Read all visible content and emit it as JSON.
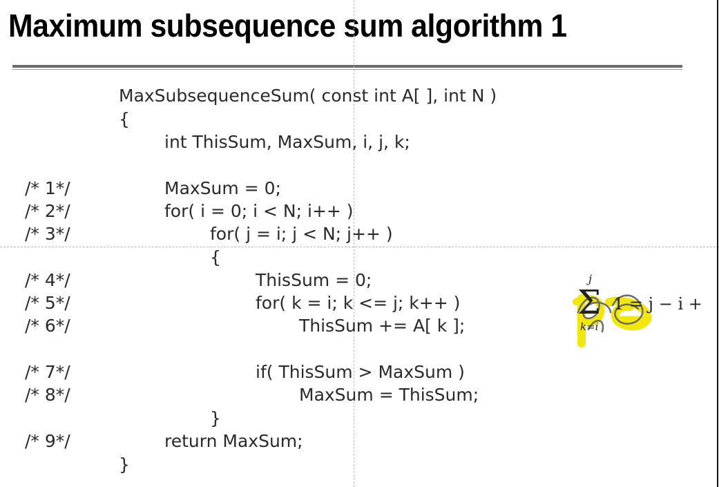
{
  "slide": {
    "title": "Maximum subsequence sum algorithm 1"
  },
  "code": {
    "lines": [
      {
        "num": "",
        "text": "MaxSubsequenceSum( const int A[ ], int N )"
      },
      {
        "num": "",
        "text": "{"
      },
      {
        "num": "",
        "text": "int ThisSum, MaxSum, i, j, k;"
      },
      {
        "num": "/* 1*/",
        "text": "MaxSum = 0;"
      },
      {
        "num": "/* 2*/",
        "text": "for( i = 0; i < N; i++ )"
      },
      {
        "num": "/* 3*/",
        "text": "for( j = i; j < N; j++ )"
      },
      {
        "num": "",
        "text": "{"
      },
      {
        "num": "/* 4*/",
        "text": "ThisSum = 0;"
      },
      {
        "num": "/* 5*/",
        "text": "for( k = i; k <= j; k++ )"
      },
      {
        "num": "/* 6*/",
        "text": "ThisSum += A[ k ];"
      },
      {
        "num": "/* 7*/",
        "text": "if( ThisSum > MaxSum )"
      },
      {
        "num": "/* 8*/",
        "text": "MaxSum = ThisSum;"
      },
      {
        "num": "",
        "text": "}"
      },
      {
        "num": "/* 9*/",
        "text": "return MaxSum;"
      },
      {
        "num": "",
        "text": "}"
      }
    ]
  },
  "annotation": {
    "sum_upper": "j",
    "sum_lower": "k=i",
    "sum_body": "1 = j − i +",
    "highlight_color": "#f2e600"
  }
}
